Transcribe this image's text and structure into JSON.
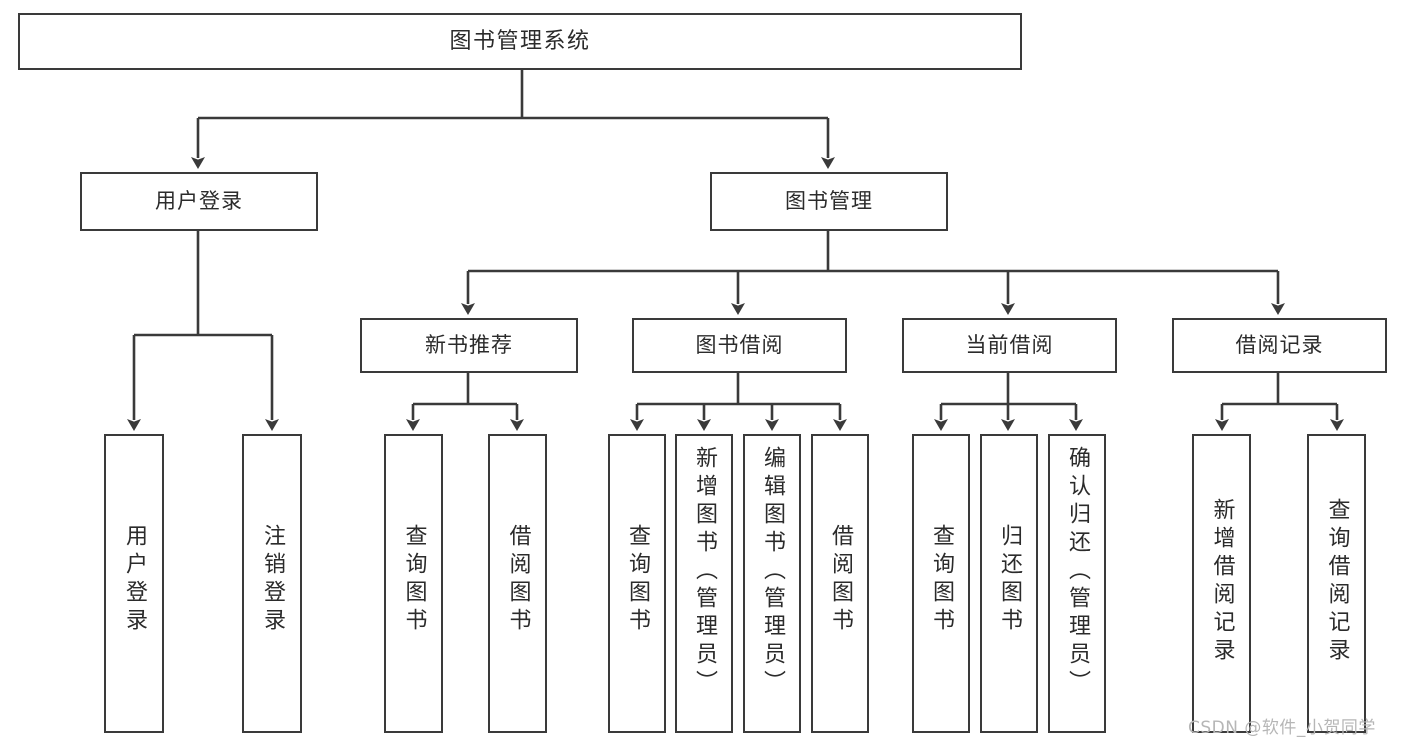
{
  "diagram": {
    "type": "tree-hierarchy-functional-structure",
    "title": "图书管理系统",
    "root": {
      "id": "root",
      "label": "图书管理系统"
    },
    "level1": [
      {
        "id": "l1-user-login",
        "label": "用户登录"
      },
      {
        "id": "l1-book-manage",
        "label": "图书管理"
      }
    ],
    "level2": [
      {
        "id": "l2-new-book-rec",
        "label": "新书推荐",
        "parent": "l1-book-manage"
      },
      {
        "id": "l2-book-borrow",
        "label": "图书借阅",
        "parent": "l1-book-manage"
      },
      {
        "id": "l2-current-borrow",
        "label": "当前借阅",
        "parent": "l1-book-manage"
      },
      {
        "id": "l2-borrow-record",
        "label": "借阅记录",
        "parent": "l1-book-manage"
      }
    ],
    "leaves": [
      {
        "id": "leaf-user-login",
        "label": "用户登录",
        "parent": "l1-user-login"
      },
      {
        "id": "leaf-logout",
        "label": "注销登录",
        "parent": "l1-user-login"
      },
      {
        "id": "leaf-query-book-1",
        "label": "查询图书",
        "parent": "l2-new-book-rec"
      },
      {
        "id": "leaf-borrow-book-1",
        "label": "借阅图书",
        "parent": "l2-new-book-rec"
      },
      {
        "id": "leaf-query-book-2",
        "label": "查询图书",
        "parent": "l2-book-borrow"
      },
      {
        "id": "leaf-add-book",
        "label": "新增图书（管理员）",
        "parent": "l2-book-borrow"
      },
      {
        "id": "leaf-edit-book",
        "label": "编辑图书（管理员）",
        "parent": "l2-book-borrow"
      },
      {
        "id": "leaf-borrow-book-2",
        "label": "借阅图书",
        "parent": "l2-book-borrow"
      },
      {
        "id": "leaf-query-book-3",
        "label": "查询图书",
        "parent": "l2-current-borrow"
      },
      {
        "id": "leaf-return-book",
        "label": "归还图书",
        "parent": "l2-current-borrow"
      },
      {
        "id": "leaf-confirm-return",
        "label": "确认归还（管理员）",
        "parent": "l2-current-borrow"
      },
      {
        "id": "leaf-add-record",
        "label": "新增借阅记录",
        "parent": "l2-borrow-record"
      },
      {
        "id": "leaf-query-record",
        "label": "查询借阅记录",
        "parent": "l2-borrow-record"
      }
    ]
  },
  "watermark": {
    "text": "CSDN @软件_小贺同学"
  },
  "colors": {
    "box_border": "#3a3a3a",
    "box_fill": "#ffffff",
    "text": "#2b2b2b",
    "line": "#3a3a3a",
    "watermark": "#b6b6b6",
    "background": "#ffffff"
  }
}
